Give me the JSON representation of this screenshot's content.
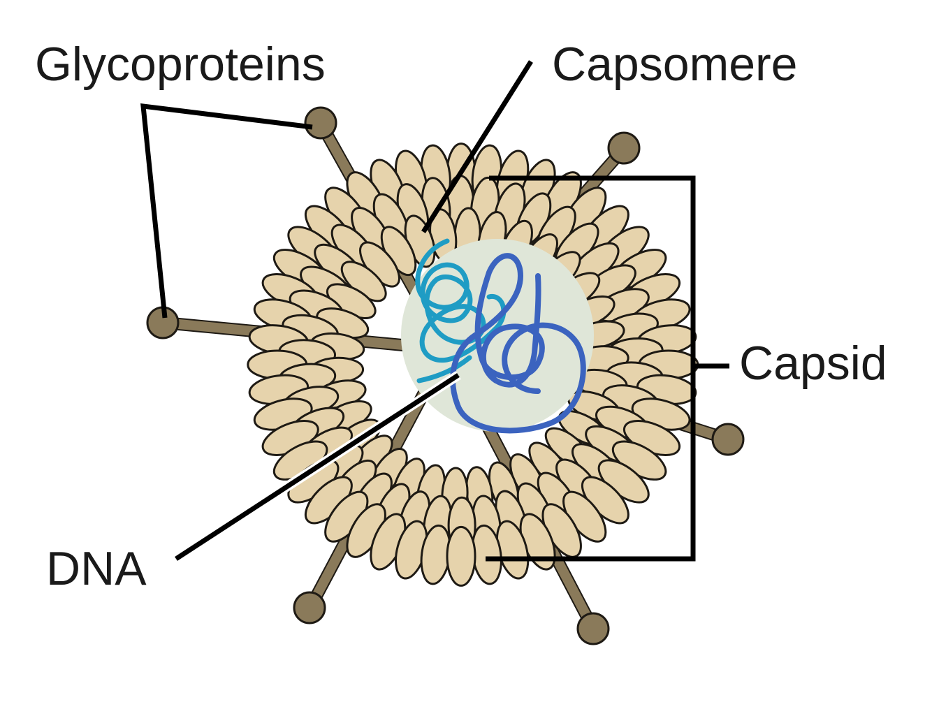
{
  "labels": {
    "glycoproteins": "Glycoproteins",
    "capsomere": "Capsomere",
    "capsid": "Capsid",
    "dna": "DNA"
  },
  "colors": {
    "capsomere_fill": "#e6d3ac",
    "capsomere_stroke": "#1e1a14",
    "spike": "#8a7a5a",
    "core": "#dfe6d8",
    "dna_light": "#1f9cc4",
    "dna_dark": "#3b63bf",
    "leader": "#000000"
  }
}
